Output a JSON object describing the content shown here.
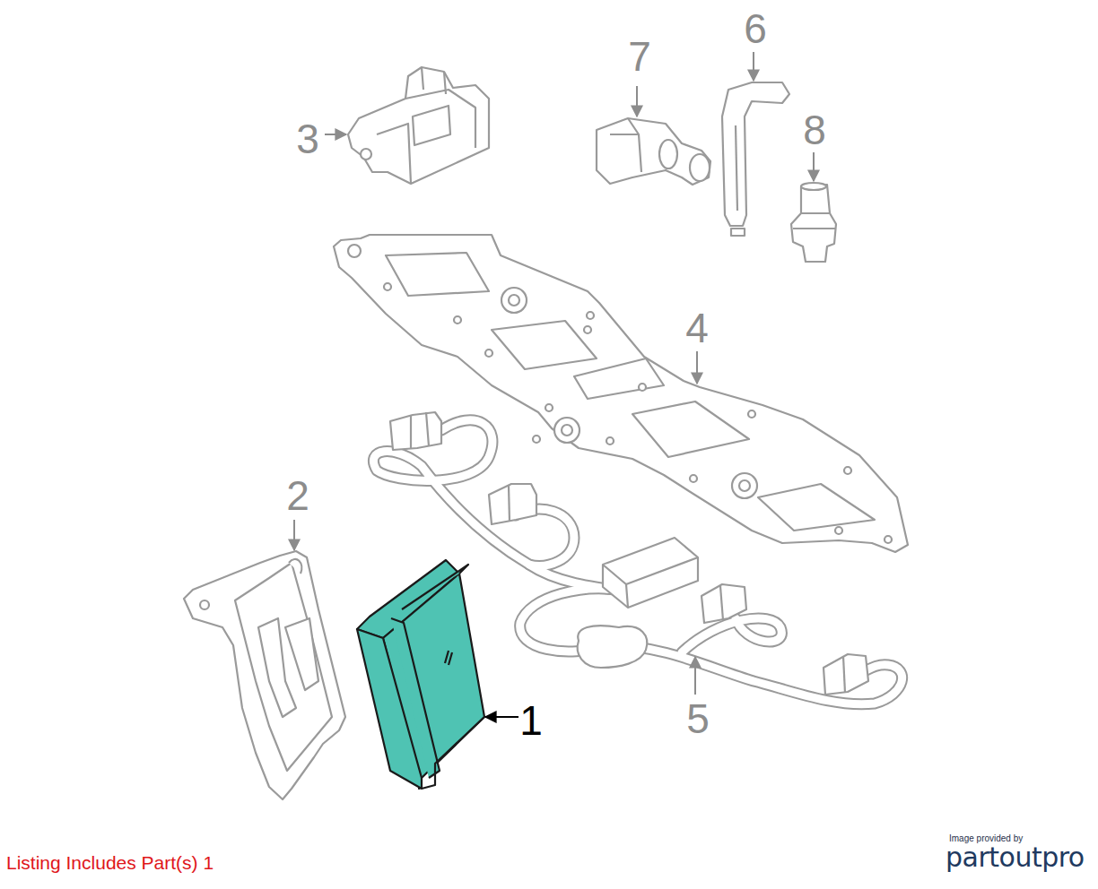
{
  "diagram": {
    "labels": [
      "7",
      "6",
      "3",
      "8",
      "4",
      "2",
      "1",
      "5",
      "Listing Includes Part(s) 1",
      "Image provided by",
      "partoutpro"
    ]
  }
}
